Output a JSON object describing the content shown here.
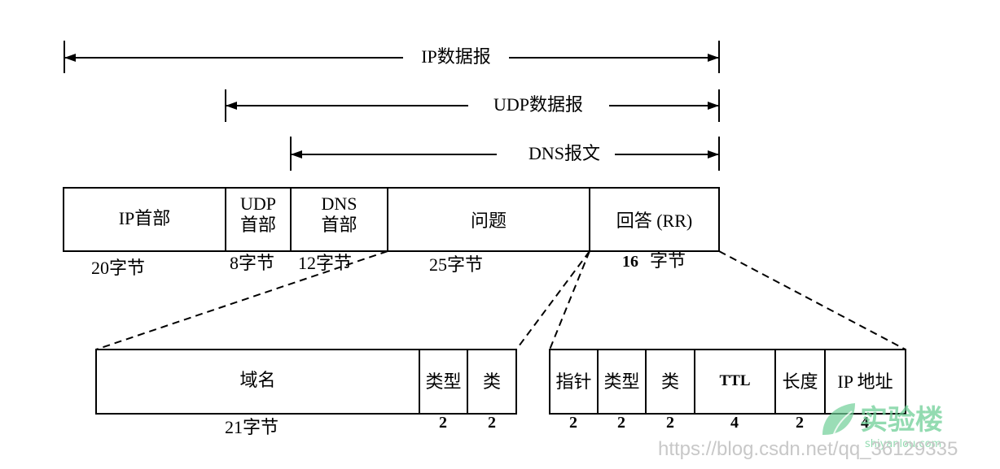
{
  "spans": {
    "ip_datagram": "IP数据报",
    "udp_datagram": "UDP数据报",
    "dns_message": "DNS报文"
  },
  "packet": {
    "ip_header": "IP首部",
    "udp_header_l1": "UDP",
    "udp_header_l2": "首部",
    "dns_header_l1": "DNS",
    "dns_header_l2": "首部",
    "question": "问题",
    "answer": "回答 (RR)",
    "size_ip": "20字节",
    "size_udp": "8字节",
    "size_dns": "12字节",
    "size_question": "25字节",
    "size_answer_num": "16",
    "size_answer_unit": "字节"
  },
  "question_detail": {
    "domain_name": "域名",
    "type": "类型",
    "class": "类",
    "size_domain": "21字节",
    "size_type": "2",
    "size_class": "2"
  },
  "answer_detail": {
    "pointer": "指针",
    "type": "类型",
    "class": "类",
    "ttl": "TTL",
    "length": "长度",
    "ip_address": "IP 地址",
    "size_pointer": "2",
    "size_type": "2",
    "size_class": "2",
    "size_ttl": "4",
    "size_length": "2",
    "size_ip": "4"
  },
  "watermark": {
    "url": "https://blog.csdn.net/qq_36129335",
    "logo_text": "实验楼",
    "logo_sub": "shiyanlou.com"
  }
}
